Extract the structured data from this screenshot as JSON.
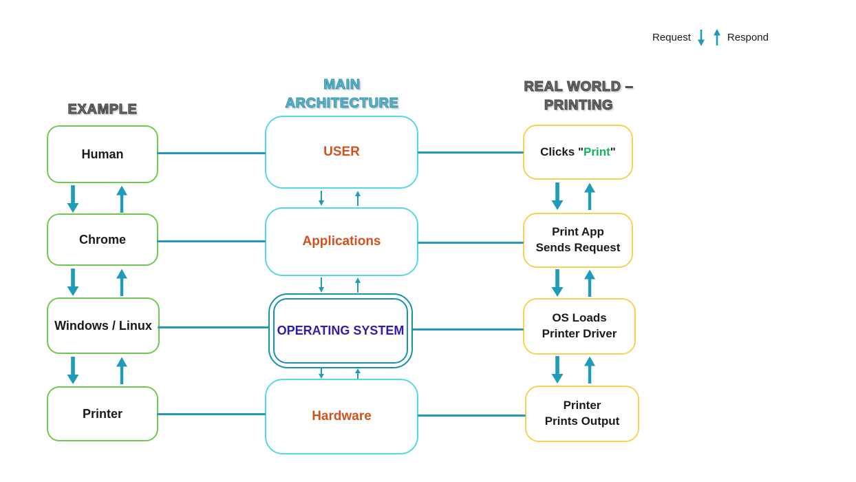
{
  "legend": {
    "request": "Request",
    "respond": "Respond"
  },
  "headers": {
    "example": "EXAMPLE",
    "main": {
      "line1": "MAIN",
      "line2": "ARCHITECTURE"
    },
    "real_world": {
      "line1": "REAL WORLD –",
      "line2": "PRINTING"
    }
  },
  "example_column": {
    "human": "Human",
    "chrome": "Chrome",
    "os": "Windows / Linux",
    "printer": "Printer"
  },
  "architecture_column": {
    "user": "USER",
    "applications": "Applications",
    "operating_system": "OPERATING SYSTEM",
    "hardware": "Hardware"
  },
  "printing_column": {
    "clicks_print": {
      "prefix": "Clicks \"",
      "highlight": "Print",
      "suffix": "\""
    },
    "print_app": {
      "line1": "Print App",
      "line2": "Sends Request"
    },
    "os_loads": {
      "line1": "OS Loads",
      "line2": "Printer Driver"
    },
    "printer_prints": {
      "line1": "Printer",
      "line2": "Prints Output"
    }
  },
  "colors": {
    "example_border": "#6FC94D",
    "architecture_border": "#52D8E6",
    "os_border": "#1792AD",
    "printing_border": "#F7D254",
    "arrow": "#1D9BB7",
    "connector": "#2598BC",
    "architecture_text": "#D0521D",
    "os_text": "#2B1EAE",
    "print_highlight": "#12B45A",
    "main_header": "#5cb8cc"
  }
}
